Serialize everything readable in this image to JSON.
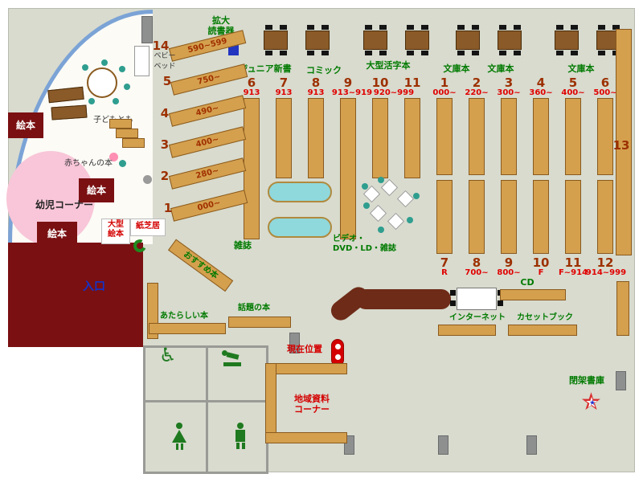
{
  "top": {
    "magnifier_1": "拡大",
    "magnifier_2": "読書器",
    "junior": "ジュニア新書",
    "comic": "コミック",
    "large_print": "大型活字本",
    "bunko_a": "文庫本",
    "bunko_b": "文庫本",
    "bunko_c": "文庫本"
  },
  "fan": {
    "nums": [
      "14",
      "5",
      "4",
      "3",
      "2",
      "1"
    ],
    "ranges": [
      "590~599",
      "750~",
      "490~",
      "400~",
      "280~",
      "000~"
    ]
  },
  "center": {
    "nums": [
      "6",
      "7",
      "8",
      "9",
      "10",
      "11"
    ],
    "ranges": [
      "913",
      "913",
      "913",
      "913~919",
      "920~999"
    ]
  },
  "right_top": {
    "nums": [
      "1",
      "2",
      "3",
      "4",
      "5",
      "6"
    ],
    "ranges": [
      "000~",
      "220~",
      "300~",
      "360~",
      "400~",
      "500~"
    ]
  },
  "right_bottom": {
    "nums": [
      "7",
      "8",
      "9",
      "10",
      "11",
      "12"
    ],
    "ranges": [
      "R",
      "700~",
      "800~",
      "F",
      "F~914",
      "914~999"
    ]
  },
  "wall13": "13",
  "kids": {
    "ehon_a": "絵本",
    "ehon_b": "絵本",
    "ehon_c": "絵本",
    "baby_books": "赤ちゃんの本",
    "corner": "幼児コーナー",
    "kodomo": "子どもとも",
    "baby_bed_1": "ベビー",
    "baby_bed_2": "ベッド",
    "large_ehon_1": "大型",
    "large_ehon_2": "絵本",
    "kamishibai": "紙芝居"
  },
  "mid": {
    "osusume": "おすすめ本",
    "zasshi": "雑誌",
    "video_1": "ビデオ・",
    "video_2": "DVD・LD・雑誌"
  },
  "bottom": {
    "entrance": "入口",
    "new_books": "あたらしい本",
    "topic_books": "話題の本",
    "current": "現在位置",
    "local_1": "地域資料",
    "local_2": "コーナー",
    "cd": "CD",
    "internet": "インターネット",
    "cassette": "カセットブック",
    "closed": "閉架書庫"
  },
  "icons": {
    "wheelchair": "♿",
    "star": "★"
  },
  "colors": {
    "floor": "#d8dbce",
    "shelf_tan": "#d4a04e",
    "wall_maroon": "#7a1012",
    "accent_green": "#007a00",
    "accent_red": "#e00000",
    "num_maroon": "#9c3000",
    "entrance_blue": "#1133cc",
    "arc_blue": "#7ba3d6",
    "pink": "#f8c6d8",
    "cyan": "#8fd8dc"
  }
}
